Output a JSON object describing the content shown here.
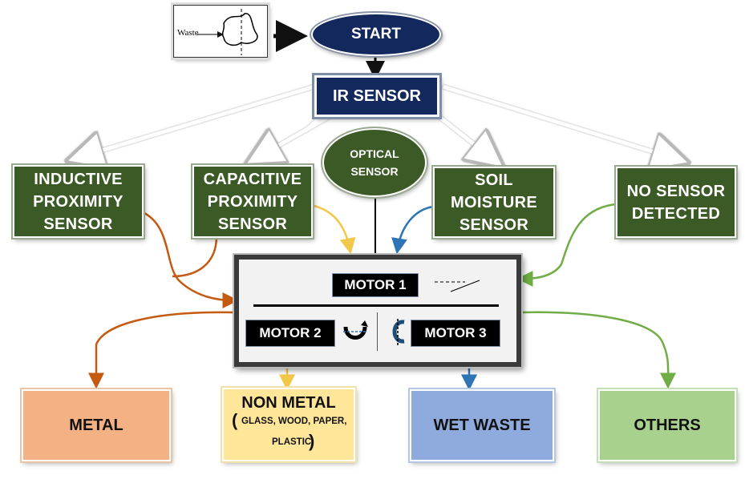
{
  "waste_image": {
    "label": "Waste"
  },
  "start": {
    "label": "START"
  },
  "ir_sensor": {
    "label": "IR SENSOR"
  },
  "optical_sensor": {
    "line1": "OPTICAL",
    "line2": "SENSOR"
  },
  "sensors": [
    {
      "lines": [
        "INDUCTIVE",
        "PROXIMITY",
        "SENSOR"
      ]
    },
    {
      "lines": [
        "CAPACITIVE",
        "PROXIMITY",
        "SENSOR"
      ]
    },
    {
      "lines": [
        "SOIL",
        "MOISTURE",
        "SENSOR"
      ]
    },
    {
      "lines": [
        "NO SENSOR",
        "DETECTED"
      ]
    }
  ],
  "motors": {
    "motor1": "MOTOR 1",
    "motor2": "MOTOR 2",
    "motor3": "MOTOR 3"
  },
  "outputs": {
    "metal": "METAL",
    "non_metal": {
      "title": "NON METAL",
      "paren_open": "(",
      "sub1": "GLASS, WOOD, PAPER,",
      "sub2": "PLASTIC",
      "paren_close": ")"
    },
    "wet_waste": "WET WASTE",
    "others": "OTHERS"
  },
  "colors": {
    "sensor_green": "#3b5a26",
    "navy": "#13285c",
    "metal_fill": "#f4b183",
    "non_metal_fill": "#ffe699",
    "wet_waste_fill": "#8faadc",
    "others_fill": "#a9d18e",
    "orange_arrow": "#c55a11",
    "yellow_arrow": "#f2c84b",
    "blue_arrow": "#2e75b6",
    "green_arrow": "#70ad47"
  }
}
